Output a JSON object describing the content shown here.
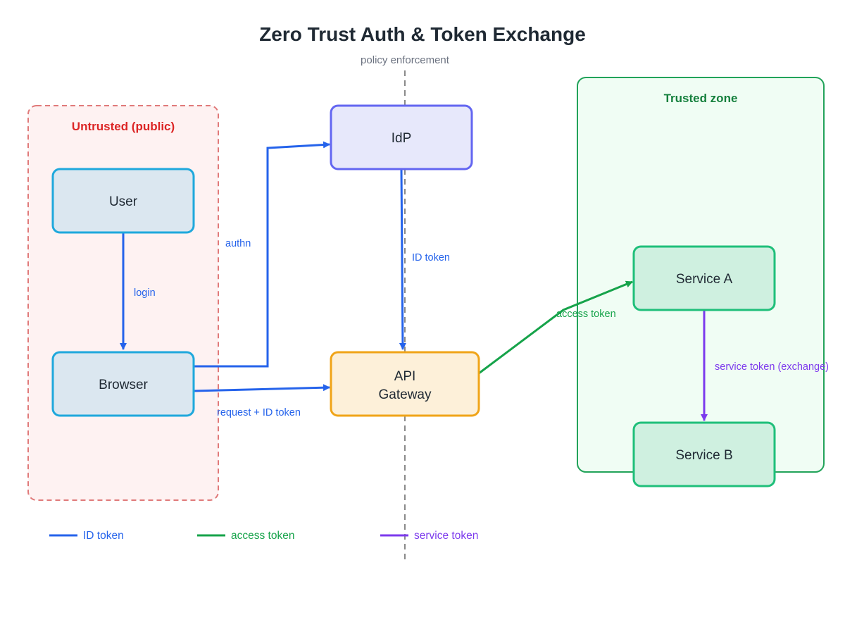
{
  "title": "Zero Trust Auth & Token Exchange",
  "policy_label": "policy enforcement",
  "zones": {
    "untrusted": {
      "label": "Untrusted (public)",
      "color": "#dc2626"
    },
    "trusted": {
      "label": "Trusted zone",
      "color": "#15803d"
    }
  },
  "nodes": {
    "user": {
      "label": "User"
    },
    "browser": {
      "label": "Browser"
    },
    "idp": {
      "label": "IdP"
    },
    "gateway": {
      "line1": "API",
      "line2": "Gateway"
    },
    "service_a": {
      "label": "Service A"
    },
    "service_b": {
      "label": "Service B"
    }
  },
  "edges": {
    "login": "login",
    "authn": "authn",
    "id_token": "ID token",
    "request": "request + ID token",
    "access": "access token",
    "service": "service token (exchange)"
  },
  "legend": {
    "id_token": "ID token",
    "access_token": "access token",
    "service_token": "service token"
  },
  "colors": {
    "id_token": "#2563eb",
    "access_token": "#16a34a",
    "service_token": "#7c3aed"
  }
}
